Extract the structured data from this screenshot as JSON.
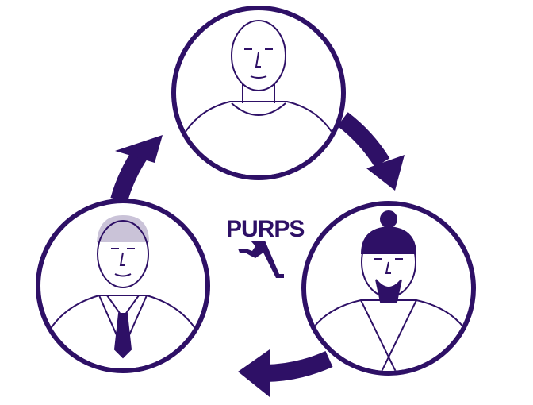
{
  "logo": {
    "text": "PURPS",
    "icon": "running-legs-icon"
  },
  "colors": {
    "primary": "#2e1066",
    "background": "#ffffff"
  },
  "nodes": [
    {
      "name": "bald-man-portrait",
      "position": "top"
    },
    {
      "name": "businessman-portrait",
      "position": "bottom-left"
    },
    {
      "name": "samurai-man-portrait",
      "position": "bottom-right"
    }
  ],
  "flow": [
    "bottom-left",
    "top",
    "bottom-right",
    "bottom-left"
  ]
}
